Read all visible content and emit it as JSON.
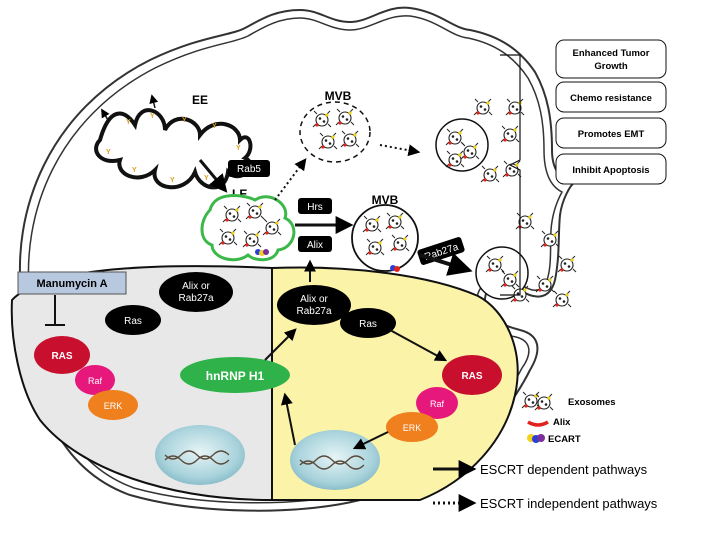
{
  "labels": {
    "ee": "EE",
    "le": "LE",
    "mvb_top": "MVB",
    "mvb_mid": "MVB",
    "rab5": "Rab5",
    "hrs": "Hrs",
    "alix": "Alix",
    "rab27a": "Rab27a",
    "manumycin": "Manumycin A",
    "left_alix_line1": "Alix or",
    "left_alix_line2": "Rab27a",
    "left_ras": "Ras",
    "left_RAS": "RAS",
    "left_raf": "Raf",
    "left_erk": "ERK",
    "hnrnp": "hnRNP H1",
    "right_alix_line1": "Alix or",
    "right_alix_line2": "Rab27a",
    "right_ras": "Ras",
    "right_RAS": "RAS",
    "right_raf": "Raf",
    "right_erk": "ERK"
  },
  "outcomes": [
    {
      "lines": [
        "Enhanced Tumor",
        "Growth"
      ]
    },
    {
      "lines": [
        "Chemo resistance"
      ]
    },
    {
      "lines": [
        "Promotes EMT"
      ]
    },
    {
      "lines": [
        "Inhibit Apoptosis"
      ]
    }
  ],
  "legend": {
    "exosomes": "Exosomes",
    "alix": "Alix",
    "ecart": "ECART",
    "dependent": "ESCRT dependent pathways",
    "independent": "ESCRT independent pathways"
  },
  "colors": {
    "left_nucleus_fill": "#e8e8e8",
    "right_nucleus_fill": "#fbf3a8",
    "ras_red": "#c8102e",
    "raf_magenta": "#e6187c",
    "erk_orange": "#f07f1e",
    "hnrnp_green": "#2fb24a",
    "manumycin_box": "#b8c8de",
    "le_membrane_green": "#3cb84a",
    "alix_red": "#e2231a",
    "ecart_blue": "#2a3fd8",
    "ecart_yellow": "#f2d21b",
    "ecart_purple": "#7a2f9a"
  },
  "icons": {
    "exosome": "exosome-icon",
    "inhibitor": "inhibition-tbar-icon",
    "dna": "dna-helix-icon"
  }
}
